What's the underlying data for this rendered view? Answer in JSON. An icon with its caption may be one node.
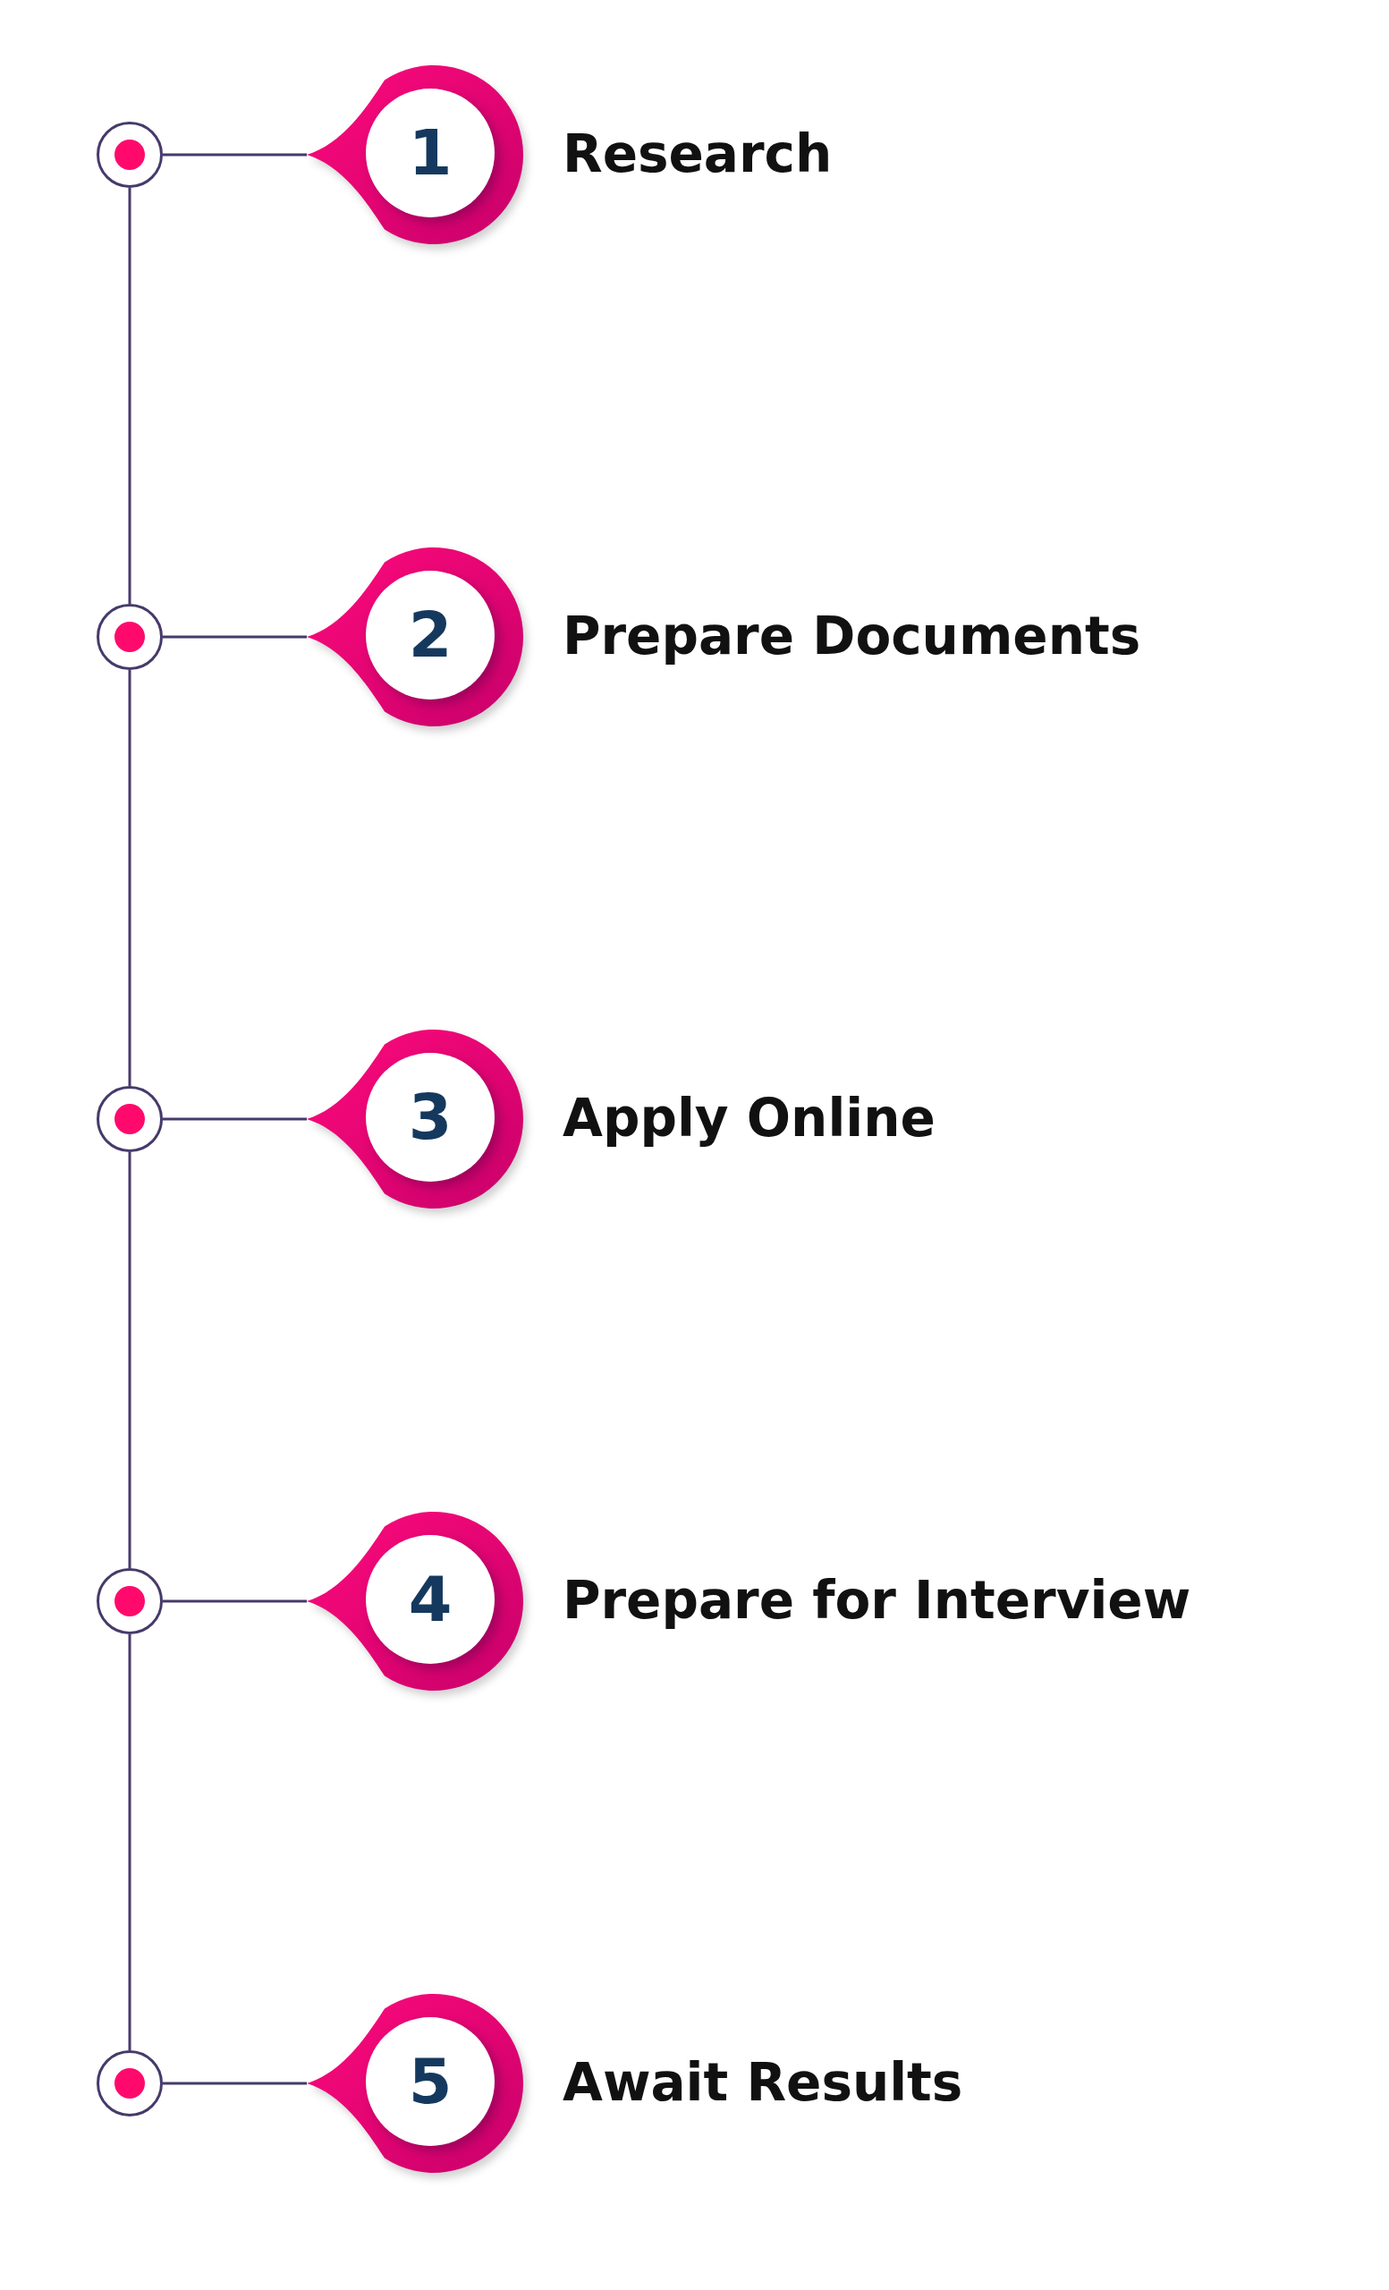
{
  "diagram": {
    "nodes": [
      {
        "text": [],
        "shape": "circle"
      },
      {
        "text": [
          "1"
        ],
        "beside": [
          "Research"
        ]
      },
      {
        "text": [],
        "shape": "circle"
      },
      {
        "text": [
          "2"
        ],
        "beside": [
          "Prepare Documents"
        ]
      },
      {
        "text": [],
        "shape": "circle"
      },
      {
        "text": [
          "3"
        ],
        "beside": [
          "Apply Online"
        ]
      },
      {
        "text": [],
        "shape": "circle"
      },
      {
        "text": [
          "4"
        ],
        "beside": [
          "Prepare for Interview"
        ]
      },
      {
        "text": [],
        "shape": "circle"
      },
      {
        "text": [
          "5"
        ],
        "beside": [
          "Await Results"
        ]
      }
    ],
    "edges": [
      {
        "from": 0,
        "to": 1,
        "arrow": "none"
      },
      {
        "from": 2,
        "to": 3,
        "arrow": "none"
      },
      {
        "from": 4,
        "to": 5,
        "arrow": "none"
      },
      {
        "from": 6,
        "to": 7,
        "arrow": "none"
      },
      {
        "from": 8,
        "to": 9,
        "arrow": "none"
      },
      {
        "from": 0,
        "to": 2,
        "arrow": "none"
      },
      {
        "from": 2,
        "to": 4,
        "arrow": "none"
      },
      {
        "from": 4,
        "to": 6,
        "arrow": "none"
      },
      {
        "from": 6,
        "to": 8,
        "arrow": "none"
      }
    ]
  }
}
